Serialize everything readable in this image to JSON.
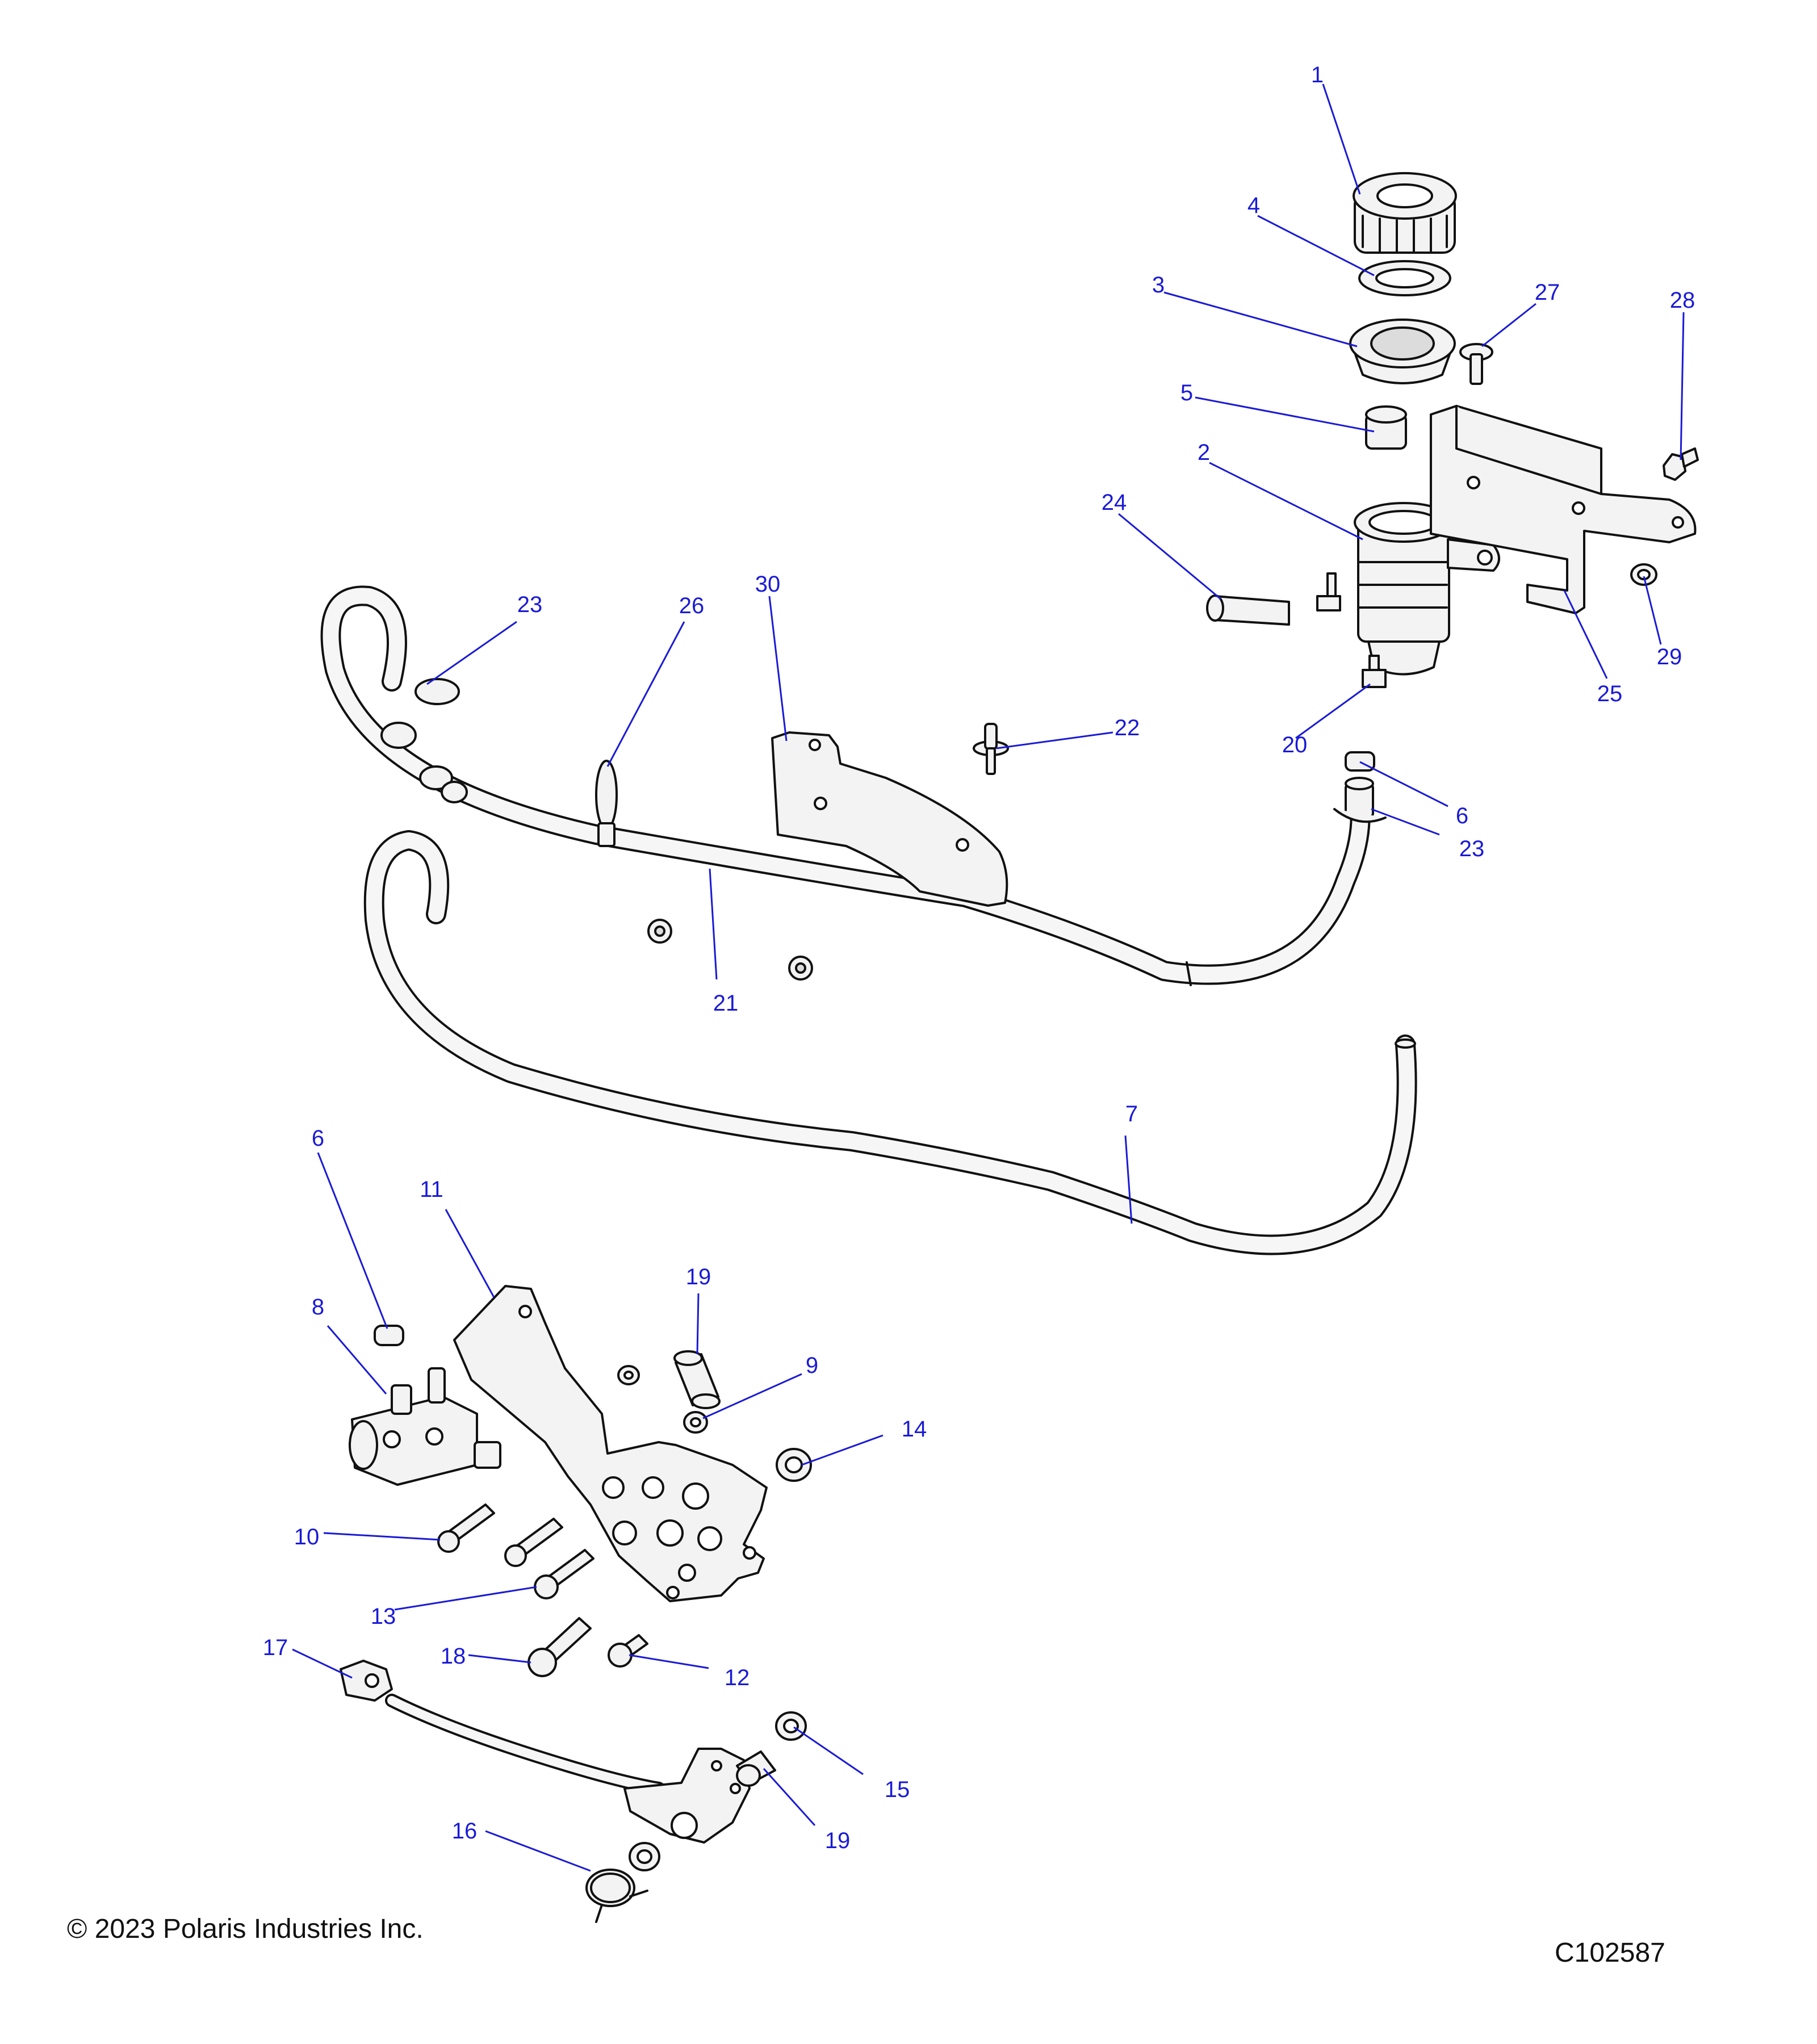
{
  "colors": {
    "callout": "#1a1ad6",
    "linework": "#111111",
    "part_fill": "#f3f3f3"
  },
  "footer": {
    "copyright": "© 2023 Polaris Industries Inc.",
    "drawing_id": "C102587"
  },
  "callouts": [
    {
      "id": "c1",
      "label": "1"
    },
    {
      "id": "c4",
      "label": "4"
    },
    {
      "id": "c3",
      "label": "3"
    },
    {
      "id": "c27",
      "label": "27"
    },
    {
      "id": "c28",
      "label": "28"
    },
    {
      "id": "c5",
      "label": "5"
    },
    {
      "id": "c2",
      "label": "2"
    },
    {
      "id": "c24",
      "label": "24"
    },
    {
      "id": "c25",
      "label": "25"
    },
    {
      "id": "c29",
      "label": "29"
    },
    {
      "id": "c23a",
      "label": "23"
    },
    {
      "id": "c26",
      "label": "26"
    },
    {
      "id": "c30",
      "label": "30"
    },
    {
      "id": "c22",
      "label": "22"
    },
    {
      "id": "c20",
      "label": "20"
    },
    {
      "id": "c6a",
      "label": "6"
    },
    {
      "id": "c23b",
      "label": "23"
    },
    {
      "id": "c21",
      "label": "21"
    },
    {
      "id": "c7",
      "label": "7"
    },
    {
      "id": "c6b",
      "label": "6"
    },
    {
      "id": "c11",
      "label": "11"
    },
    {
      "id": "c19a",
      "label": "19"
    },
    {
      "id": "c8",
      "label": "8"
    },
    {
      "id": "c9",
      "label": "9"
    },
    {
      "id": "c14",
      "label": "14"
    },
    {
      "id": "c10",
      "label": "10"
    },
    {
      "id": "c13",
      "label": "13"
    },
    {
      "id": "c18",
      "label": "18"
    },
    {
      "id": "c12",
      "label": "12"
    },
    {
      "id": "c17",
      "label": "17"
    },
    {
      "id": "c15",
      "label": "15"
    },
    {
      "id": "c19b",
      "label": "19"
    },
    {
      "id": "c16",
      "label": "16"
    }
  ]
}
